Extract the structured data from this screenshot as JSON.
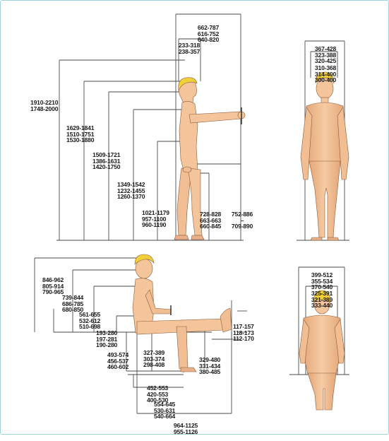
{
  "labels": {
    "arm_span": [
      "662-787",
      "616-752",
      "640-820"
    ],
    "head_width_side": [
      "233-318",
      "238-357"
    ],
    "stature": [
      "1910-2210",
      "1748-2000"
    ],
    "eye_height": [
      "1629-1841",
      "1510-1751",
      "1530-1880"
    ],
    "shoulder_height": [
      "1509-1721",
      "1386-1631",
      "1420-1750"
    ],
    "elbow_height": [
      "1349-1542",
      "1232-1455",
      "1260-1370"
    ],
    "knuckle_height": [
      "1021-1179",
      "957-1100",
      "960-1190"
    ],
    "hip_depth": [
      "728-828",
      "663-663",
      "660-845"
    ],
    "reach_length": [
      "752-886",
      "709-890"
    ],
    "front_head": [
      "367-428",
      "323-388",
      "320-425"
    ],
    "front_shoulder": [
      "310-368",
      "314-400",
      "300-400"
    ],
    "sit_height": [
      "846-962",
      "805-914",
      "790-965"
    ],
    "sit_eye_height": [
      "739-844",
      "686-785",
      "680-850"
    ],
    "sit_shoulder": [
      "561-655",
      "532-612",
      "510-698"
    ],
    "sit_elbow": [
      "193-280",
      "197-281",
      "190-280"
    ],
    "knee_height": [
      "493-574",
      "456-537",
      "460-602"
    ],
    "popliteal": [
      "327-389",
      "303-374",
      "298-408"
    ],
    "thigh_clear": [
      "329-480",
      "331-434",
      "380-485"
    ],
    "foot_height": [
      "117-157",
      "118-173",
      "112-170"
    ],
    "buttock_knee": [
      "452-553",
      "420-553",
      "400-530"
    ],
    "buttock_pop": [
      "554-645",
      "530-631",
      "540-664"
    ],
    "sit_length": [
      "964-1125",
      "955-1126"
    ],
    "back_shoulder": [
      "399-512",
      "355-534",
      "370-540"
    ],
    "back_hip": [
      "325-391",
      "321-389",
      "333-440"
    ]
  },
  "colors": {
    "frame": "#9ed3dc",
    "skin": "#f4c59a",
    "skin_shadow": "#dfa375",
    "hair": "#f1cf38",
    "line": "#3a3a3a"
  }
}
